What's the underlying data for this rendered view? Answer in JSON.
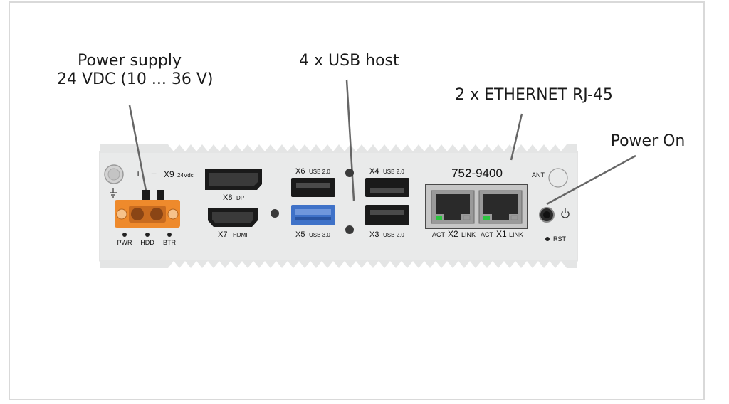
{
  "callouts": {
    "power_supply_line1": "Power supply",
    "power_supply_line2": "24 VDC (10 ... 36 V)",
    "usb_host": "4 x USB host",
    "ethernet": "2 x ETHERNET RJ-45",
    "power_on": "Power On"
  },
  "device": {
    "model": "752-9400",
    "plus": "+",
    "minus": "−",
    "x9": "X9",
    "x9_sub": "24Vdc",
    "x8": "X8",
    "x8_sub": "DP",
    "x7": "X7",
    "x7_sub": "HDMI",
    "x6": "X6",
    "x6_sub": "USB 2.0",
    "x5": "X5",
    "x5_sub": "USB 3.0",
    "x4": "X4",
    "x4_sub": "USB 2.0",
    "x3": "X3",
    "x3_sub": "USB 2.0",
    "x2": "X2",
    "x1": "X1",
    "act": "ACT",
    "link": "LINK",
    "ant": "ANT",
    "rst": "RST",
    "leds": [
      "PWR",
      "HDD",
      "BTR"
    ]
  },
  "colors": {
    "housing": "#e9eaea",
    "connector_orange": "#ee8a2c",
    "usb3_blue": "#3f72c8",
    "port_black": "#1a1a1a",
    "link_led_green": "#2cc640"
  },
  "icons": [
    "ground-icon",
    "power-icon",
    "screw-icon",
    "antenna-icon"
  ]
}
